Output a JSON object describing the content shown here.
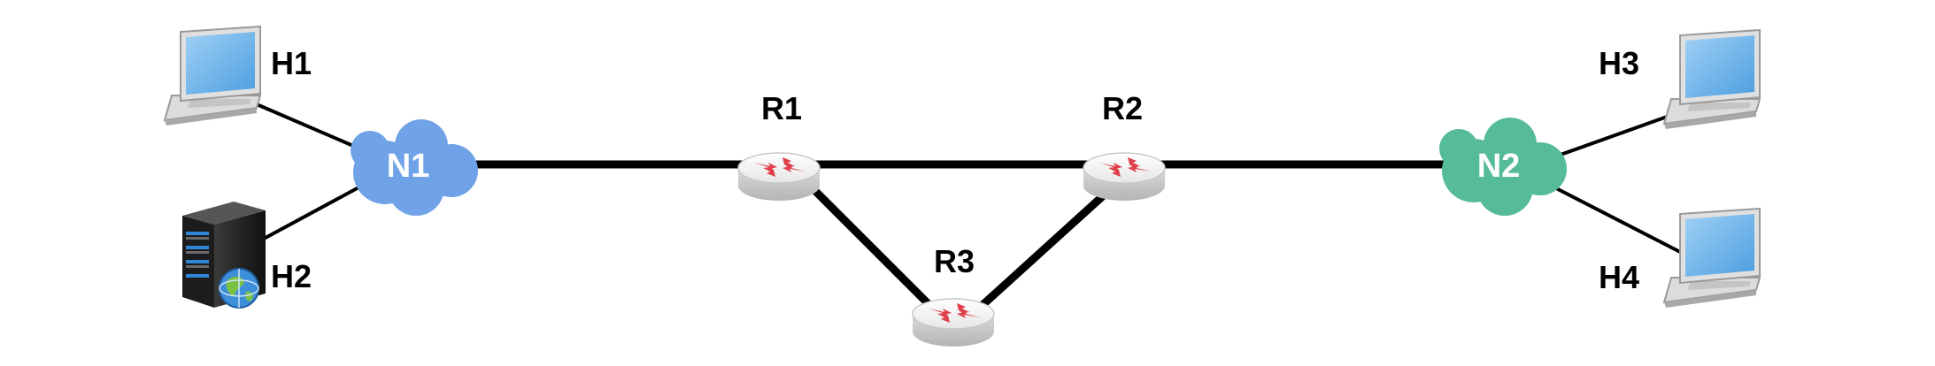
{
  "diagram": {
    "hosts": [
      {
        "id": "H1",
        "label": "H1",
        "icon": "laptop-icon"
      },
      {
        "id": "H2",
        "label": "H2",
        "icon": "server-icon"
      },
      {
        "id": "H3",
        "label": "H3",
        "icon": "laptop-icon"
      },
      {
        "id": "H4",
        "label": "H4",
        "icon": "laptop-icon"
      }
    ],
    "networks": [
      {
        "id": "N1",
        "label": "N1",
        "color": "#6fa2e6"
      },
      {
        "id": "N2",
        "label": "N2",
        "color": "#55bb9b"
      }
    ],
    "routers": [
      {
        "id": "R1",
        "label": "R1",
        "icon": "router-icon"
      },
      {
        "id": "R2",
        "label": "R2",
        "icon": "router-icon"
      },
      {
        "id": "R3",
        "label": "R3",
        "icon": "router-icon"
      }
    ],
    "links": [
      {
        "from": "H1",
        "to": "N1"
      },
      {
        "from": "H2",
        "to": "N1"
      },
      {
        "from": "N1",
        "to": "R1"
      },
      {
        "from": "R1",
        "to": "R2"
      },
      {
        "from": "R1",
        "to": "R3"
      },
      {
        "from": "R3",
        "to": "R2"
      },
      {
        "from": "R2",
        "to": "N2"
      },
      {
        "from": "N2",
        "to": "H3"
      },
      {
        "from": "N2",
        "to": "H4"
      }
    ]
  }
}
